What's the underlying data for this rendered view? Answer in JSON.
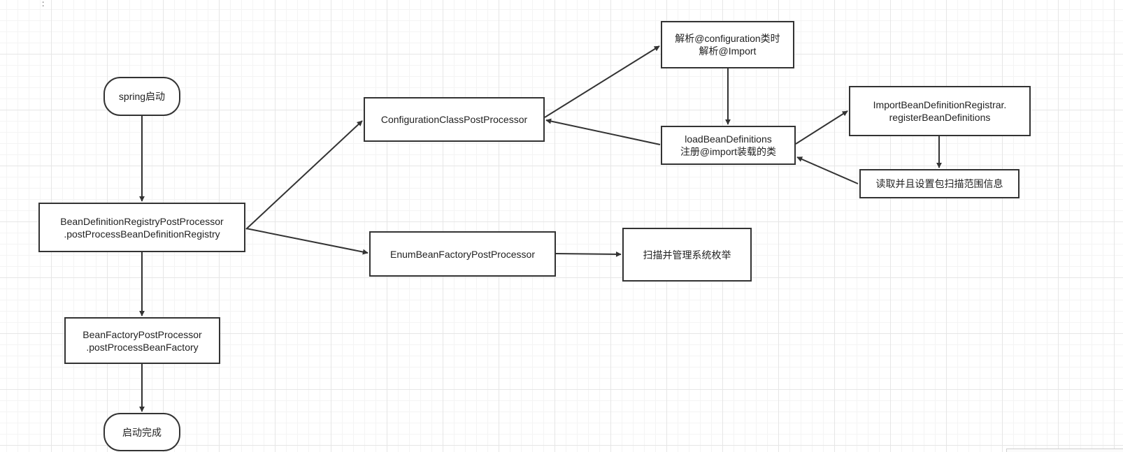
{
  "canvas": {
    "corner_mark": ":"
  },
  "nodes": {
    "spring_start": "spring启动",
    "bdrpp": [
      "BeanDefinitionRegistryPostProcessor",
      ".postProcessBeanDefinitionRegistry"
    ],
    "bfpp": [
      "BeanFactoryPostProcessor",
      ".postProcessBeanFactory"
    ],
    "start_done": "启动完成",
    "ccpp": "ConfigurationClassPostProcessor",
    "enum_bfpp": "EnumBeanFactoryPostProcessor",
    "scan_enum": "扫描并管理系统枚举",
    "parse_config": [
      "解析@configuration类时",
      "解析@Import"
    ],
    "load_bd": [
      "loadBeanDefinitions",
      "注册@import装载的类"
    ],
    "ibdr": [
      "ImportBeanDefinitionRegistrar.",
      "registerBeanDefinitions"
    ],
    "read_pkg": "读取并且设置包扫描范围信息"
  },
  "colors": {
    "stroke": "#333333",
    "grid_major": "#e6e6e6",
    "grid_minor": "#f4f4f4",
    "background": "#ffffff"
  }
}
